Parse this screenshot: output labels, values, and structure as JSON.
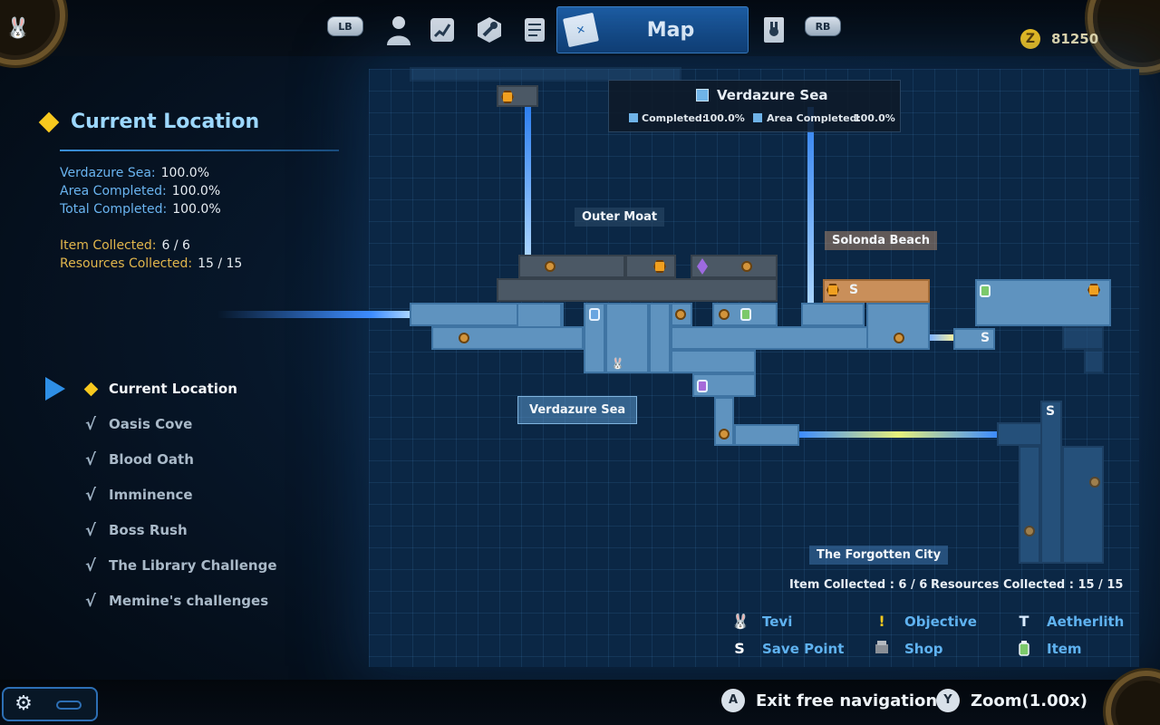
{
  "header": {
    "lb_label": "LB",
    "rb_label": "RB",
    "active_tab_label": "Map",
    "tabs": [
      {
        "icon": "profile-icon"
      },
      {
        "icon": "skills-icon"
      },
      {
        "icon": "wrench-icon"
      },
      {
        "icon": "scroll-icon"
      },
      {
        "icon": "map-icon"
      },
      {
        "icon": "bestiary-icon"
      }
    ],
    "coin_symbol": "Z",
    "coins": "81250"
  },
  "current_location": {
    "title": "Current Location",
    "stats": [
      {
        "key": "Verdazure Sea:",
        "value": "100.0%"
      },
      {
        "key": "Area Completed:",
        "value": "100.0%"
      },
      {
        "key": "Total Completed:",
        "value": "100.0%"
      }
    ],
    "collected": [
      {
        "key": "Item Collected:",
        "value": "6 / 6"
      },
      {
        "key": "Resources Collected:",
        "value": "15 / 15"
      }
    ]
  },
  "locations": [
    {
      "name": "Current Location",
      "current": true
    },
    {
      "name": "Oasis Cove",
      "check": "√"
    },
    {
      "name": "Blood Oath",
      "check": "√"
    },
    {
      "name": "Imminence",
      "check": "√"
    },
    {
      "name": "Boss Rush",
      "check": "√"
    },
    {
      "name": "The Library Challenge",
      "check": "√"
    },
    {
      "name": "Memine's challenges",
      "check": "√"
    }
  ],
  "area_box": {
    "title": "Verdazure Sea",
    "completed_label": "Completed:",
    "completed_value": "100.0%",
    "area_completed_label": "Area Completed:",
    "area_completed_value": "100.0%"
  },
  "map_labels": {
    "outer_moat": "Outer Moat",
    "solonda_beach": "Solonda Beach",
    "verdazure_sea": "Verdazure Sea",
    "forgotten_city": "The Forgotten City"
  },
  "map_counts": {
    "item": "Item Collected : 6 / 6",
    "resources": "Resources Collected : 15 / 15"
  },
  "legend": [
    {
      "label": "Tevi",
      "icon": "tevi-icon"
    },
    {
      "label": "Objective",
      "icon": "objective-icon",
      "glyph": "!"
    },
    {
      "label": "Aetherlith",
      "icon": "aetherlith-icon",
      "glyph": "T"
    },
    {
      "label": "Save Point",
      "icon": "save-point-icon",
      "glyph": "S"
    },
    {
      "label": "Shop",
      "icon": "shop-icon"
    },
    {
      "label": "Item",
      "icon": "item-icon"
    }
  ],
  "bottom": {
    "a_button": "A",
    "a_action": "Exit free navigation",
    "y_button": "Y",
    "y_action": "Zoom(1.00x)"
  },
  "colors": {
    "accent": "#2e8fe6",
    "gold": "#f7c81e",
    "room": "#5f93bf",
    "legend_text": "#5fb2f0"
  }
}
